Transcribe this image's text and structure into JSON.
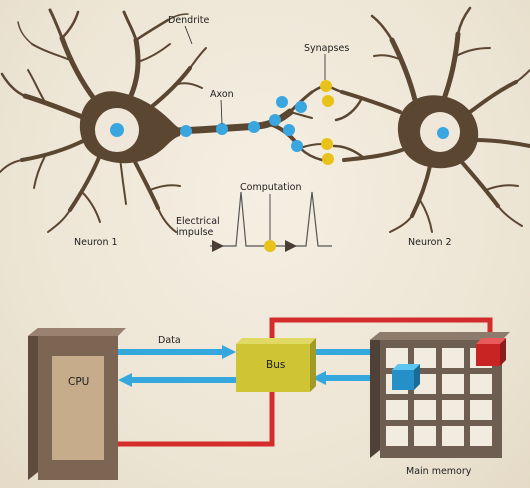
{
  "neuron_section": {
    "labels": {
      "dendrite": "Dendrite",
      "axon": "Axon",
      "synapses": "Synapses",
      "computation": "Computation",
      "electrical_impulse_line1": "Electrical",
      "electrical_impulse_line2": "impulse",
      "neuron1": "Neuron 1",
      "neuron2": "Neuron 2"
    }
  },
  "computer_section": {
    "labels": {
      "cpu": "CPU",
      "data": "Data",
      "bus": "Bus",
      "main_memory": "Main memory"
    }
  },
  "colors": {
    "background": "#efe8da",
    "neuron_body": "#5b4632",
    "nucleus_blue": "#3aa6e0",
    "synapse_yellow": "#e8c21a",
    "cpu_box": "#7d6553",
    "cpu_inner": "#c7ac8c",
    "bus_box": "#cfc534",
    "data_arrow_blue": "#36a7dc",
    "signal_arrow_red": "#d42b2b",
    "memory_grid": "#6e5d51"
  },
  "icons": {
    "impulse_arrow": "triangle-right",
    "memory_cell_selected_read": "blue-cube",
    "memory_cell_selected_write": "red-cube"
  }
}
